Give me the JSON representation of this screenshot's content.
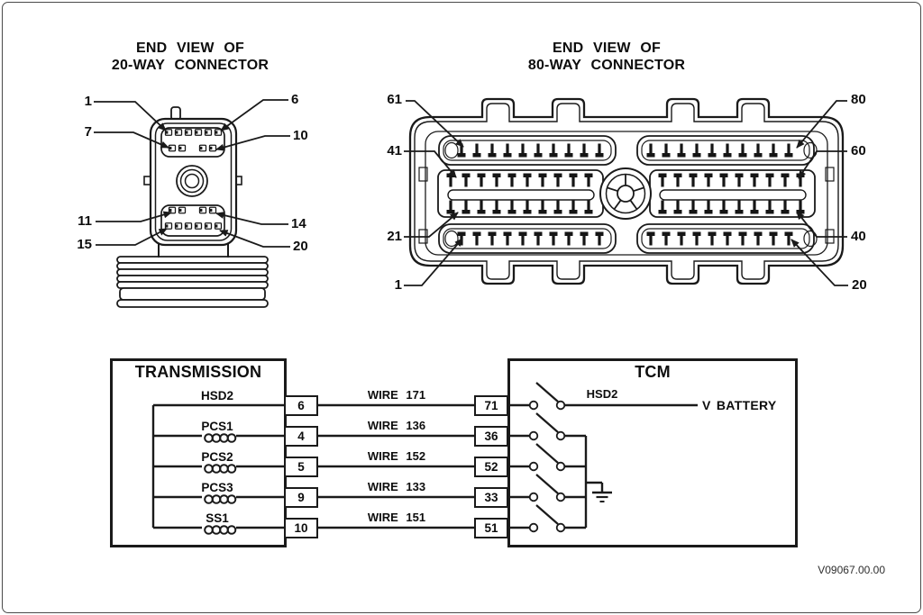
{
  "connector20": {
    "title_line1": "END VIEW OF",
    "title_line2": "20-WAY CONNECTOR",
    "labels": {
      "p1": "1",
      "p6": "6",
      "p7": "7",
      "p10": "10",
      "p11": "11",
      "p14": "14",
      "p15": "15",
      "p20": "20"
    }
  },
  "connector80": {
    "title_line1": "END VIEW OF",
    "title_line2": "80-WAY CONNECTOR",
    "labels": {
      "p61": "61",
      "p80": "80",
      "p41": "41",
      "p60": "60",
      "p21": "21",
      "p40": "40",
      "p1": "1",
      "p20": "20"
    }
  },
  "schematic": {
    "transmission": {
      "title": "TRANSMISSION",
      "rows": [
        {
          "name": "HSD2",
          "transmission_pin": "6",
          "wire": "WIRE 171",
          "tcm_pin": "71"
        },
        {
          "name": "PCS1",
          "transmission_pin": "4",
          "wire": "WIRE 136",
          "tcm_pin": "36"
        },
        {
          "name": "PCS2",
          "transmission_pin": "5",
          "wire": "WIRE 152",
          "tcm_pin": "52"
        },
        {
          "name": "PCS3",
          "transmission_pin": "9",
          "wire": "WIRE 133",
          "tcm_pin": "33"
        },
        {
          "name": "SS1",
          "transmission_pin": "10",
          "wire": "WIRE 151",
          "tcm_pin": "51"
        }
      ]
    },
    "tcm": {
      "title": "TCM",
      "hsd2_label": "HSD2",
      "battery_label": "V BATTERY"
    }
  },
  "footer": {
    "figure_number": "V09067.00.00"
  },
  "colors": {
    "line": "#1a1a1a",
    "background": "#ffffff",
    "frame_border": "#4a4a4a"
  }
}
